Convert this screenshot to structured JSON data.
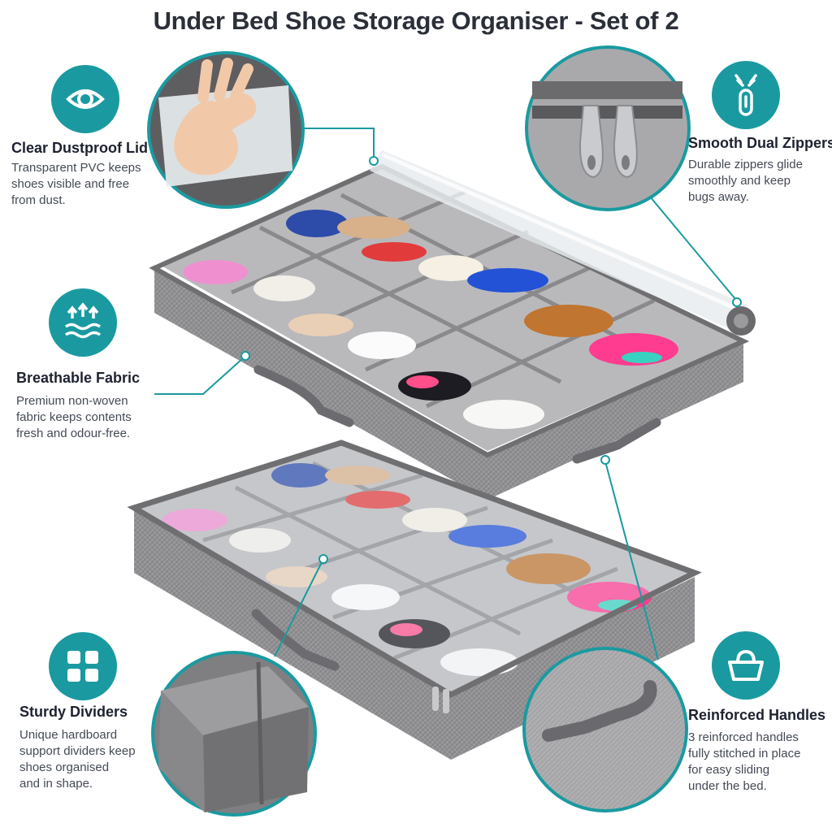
{
  "title": "Under Bed Shoe Storage Organiser - Set of 2",
  "colors": {
    "accent": "#1a9aa0",
    "fabric": "#8f8f92",
    "text": "#1e2230"
  },
  "features": [
    {
      "id": "clear-lid",
      "icon": "eye-icon",
      "title": "Clear  Dustproof Lid",
      "desc": [
        "Transparent PVC keeps",
        "shoes visible and free",
        "from dust."
      ]
    },
    {
      "id": "breathable",
      "icon": "airflow-icon",
      "title": "Breathable Fabric",
      "desc": [
        "Premium non-woven",
        "fabric keeps contents",
        "fresh and odour-free."
      ]
    },
    {
      "id": "dividers",
      "icon": "grid-icon",
      "title": "Sturdy Dividers",
      "desc": [
        "Unique hardboard",
        "support dividers keep",
        "shoes organised",
        "and in shape."
      ]
    },
    {
      "id": "zippers",
      "icon": "zipper-icon",
      "title": "Smooth Dual Zippers",
      "desc": [
        "Durable zippers glide",
        "smoothly and keep",
        "bugs away."
      ]
    },
    {
      "id": "handles",
      "icon": "basket-handle-icon",
      "title": "Reinforced Handles",
      "desc": [
        "3 reinforced handles",
        "fully stitched in place",
        "for easy sliding",
        "under the bed."
      ]
    }
  ]
}
